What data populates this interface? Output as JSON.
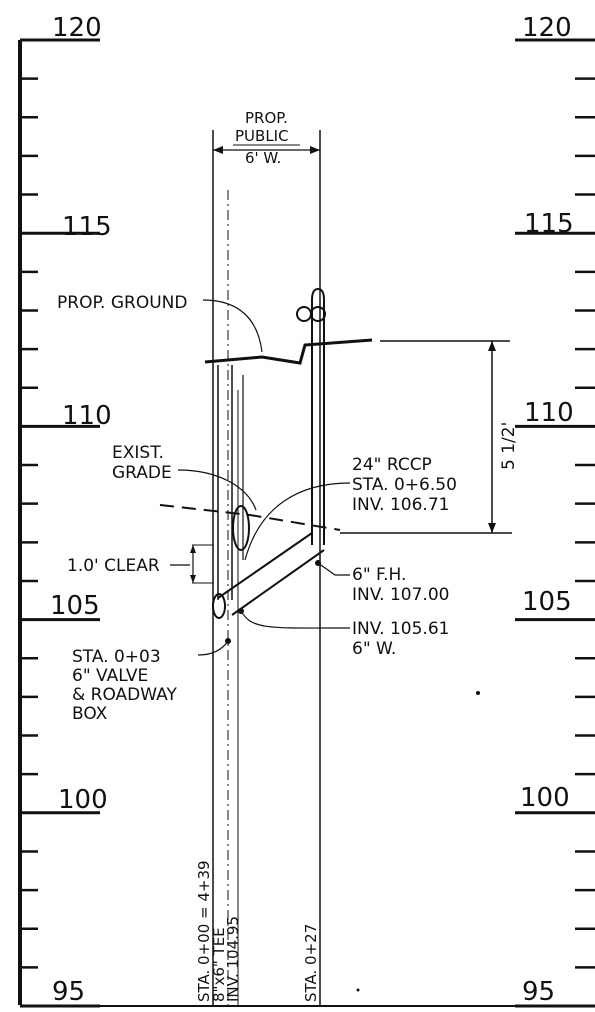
{
  "left_scale": {
    "labels": [
      "120",
      "115",
      "110",
      "105",
      "100",
      "95"
    ]
  },
  "right_scale": {
    "labels": [
      "120",
      "115",
      "110",
      "105",
      "100",
      "95"
    ]
  },
  "annotations": {
    "prop_public": [
      "PROP.",
      "PUBLIC",
      "6' W."
    ],
    "prop_ground": "PROP. GROUND",
    "exist_grade": [
      "EXIST.",
      "GRADE"
    ],
    "clear": "1.0' CLEAR",
    "rccp": [
      "24\" RCCP",
      "STA. 0+6.50",
      "INV. 106.71"
    ],
    "dimension": "5 1/2'",
    "fire_hydrant": [
      "6\" F.H.",
      "INV. 107.00"
    ],
    "inv_pipe": [
      "INV. 105.61",
      "6\" W."
    ],
    "valve": [
      "STA. 0+03",
      "6\" VALVE",
      "& ROADWAY",
      "BOX"
    ]
  },
  "vertical_labels": {
    "station_start": "STA. 0+00 = 4+39",
    "tee": [
      "8\"x6\" TEE",
      "INV. 104.95"
    ],
    "station_end": "STA. 0+27"
  }
}
